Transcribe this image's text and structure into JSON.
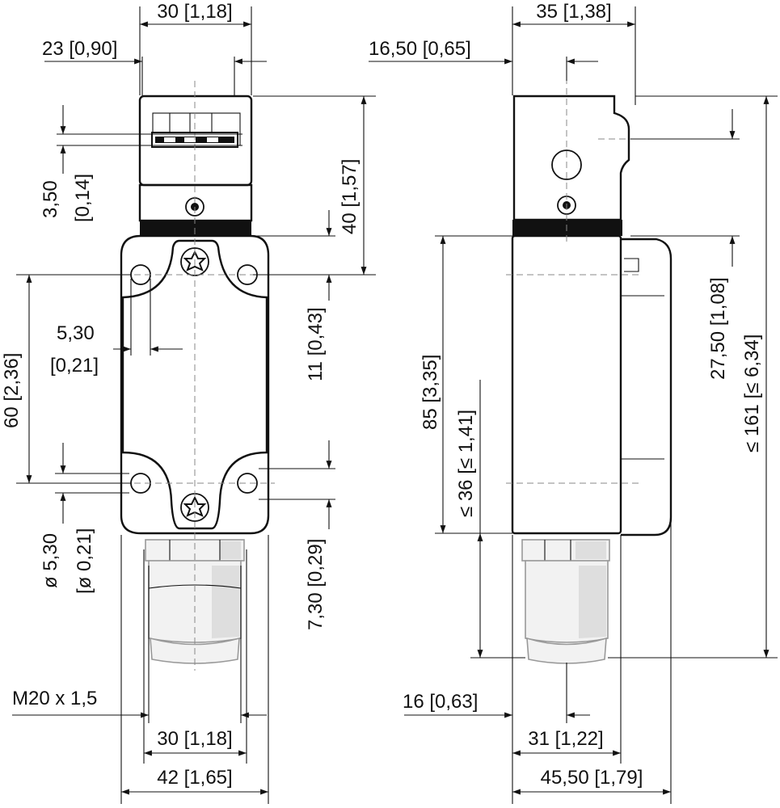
{
  "front_view": {
    "dim_top_width": "30 [1,18]",
    "dim_actuator_width": "23 [0,90]",
    "dim_slot_a": "3,50",
    "dim_slot_b": "[0,14]",
    "dim_head_height": "40 [1,57]",
    "dim_hole_offset_a": "5,30",
    "dim_hole_offset_b": "[0,21]",
    "dim_hole_spacing": "60 [2,36]",
    "dim_head_gap": "11 [0,43]",
    "dim_hole_dia_a": "ø 5,30",
    "dim_hole_dia_b": "[ø 0,21]",
    "dim_bottom_gap": "7,30 [0,29]",
    "label_thread": "M20 x 1,5",
    "dim_gland_width": "30 [1,18]",
    "dim_body_width": "42 [1,65]"
  },
  "side_view": {
    "dim_top_depth": "35 [1,38]",
    "dim_axis_offset": "16,50 [0,65]",
    "dim_actuator_height": "27,50 [1,08]",
    "dim_total_height": "≤ 161 [≤ 6,34]",
    "dim_body_height": "85 [3,35]",
    "dim_gland_height": "≤ 36 [≤ 1,41]",
    "dim_bottom_offset": "16 [0,63]",
    "dim_base_depth": "31 [1,22]",
    "dim_total_depth": "45,50 [1,79]"
  }
}
